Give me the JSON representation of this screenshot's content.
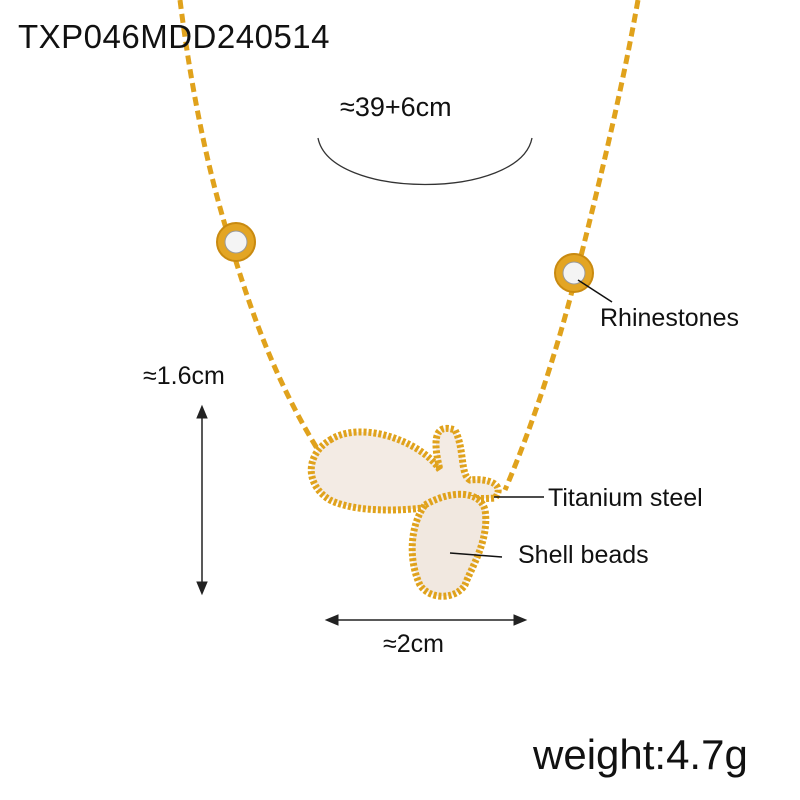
{
  "product_code": "TXP046MDD240514",
  "dimensions": {
    "chain_length": "≈39+6cm",
    "pendant_height": "≈1.6cm",
    "pendant_width": "≈2cm"
  },
  "callouts": {
    "rhinestones": "Rhinestones",
    "titanium_steel": "Titanium steel",
    "shell_beads": "Shell beads"
  },
  "weight": "weight:4.7g",
  "colors": {
    "gold": "#e0a21c",
    "shell": "#f3ebe4",
    "text": "#111111"
  }
}
